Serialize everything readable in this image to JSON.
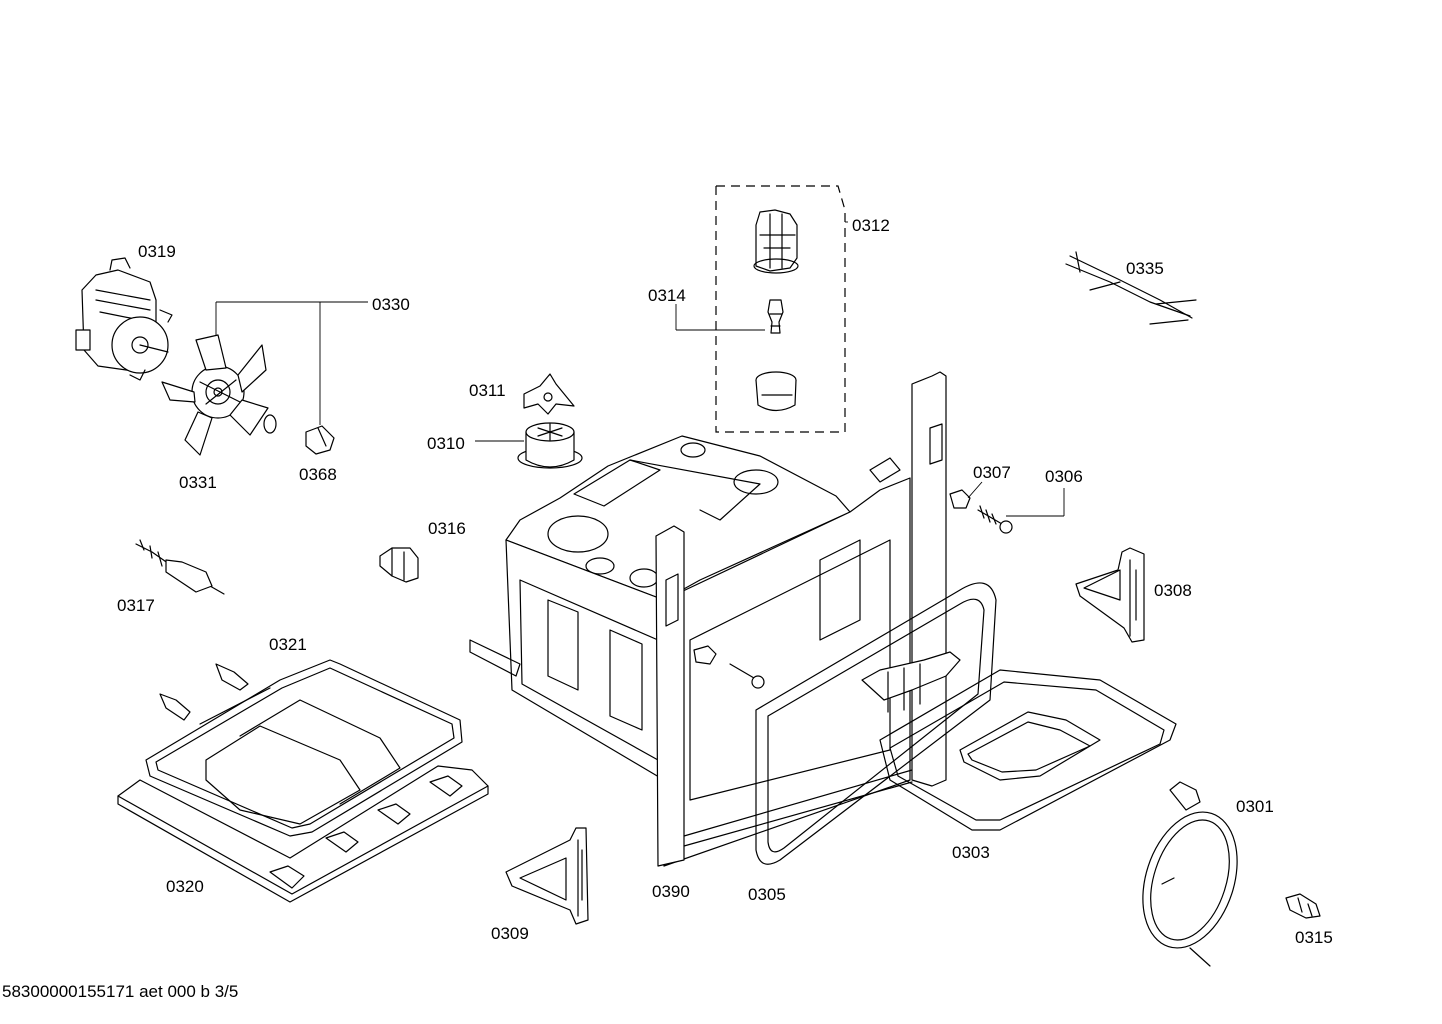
{
  "diagram": {
    "parts": [
      {
        "id": "p0319",
        "label": "0319",
        "icon": "fan-motor-icon"
      },
      {
        "id": "p0330",
        "label": "0330",
        "icon": "fan-kit-icon"
      },
      {
        "id": "p0331",
        "label": "0331",
        "icon": "fan-blade-icon"
      },
      {
        "id": "p0368",
        "label": "0368",
        "icon": "nut-icon"
      },
      {
        "id": "p0311",
        "label": "0311",
        "icon": "clip-icon"
      },
      {
        "id": "p0310",
        "label": "0310",
        "icon": "lamp-housing-icon"
      },
      {
        "id": "p0314",
        "label": "0314",
        "icon": "bulb-icon"
      },
      {
        "id": "p0312",
        "label": "0312",
        "icon": "lamp-assembly-icon"
      },
      {
        "id": "p0335",
        "label": "0335",
        "icon": "cable-icon"
      },
      {
        "id": "p0307",
        "label": "0307",
        "icon": "plug-icon"
      },
      {
        "id": "p0306",
        "label": "0306",
        "icon": "screw-icon"
      },
      {
        "id": "p0316",
        "label": "0316",
        "icon": "bracket-icon"
      },
      {
        "id": "p0317",
        "label": "0317",
        "icon": "sensor-icon"
      },
      {
        "id": "p0308",
        "label": "0308",
        "icon": "hinge-bracket-icon"
      },
      {
        "id": "p0321",
        "label": "0321",
        "icon": "bottom-heater-icon"
      },
      {
        "id": "p0320",
        "label": "0320",
        "icon": "heater-tray-icon"
      },
      {
        "id": "p0390",
        "label": "0390",
        "icon": "oven-cavity-icon"
      },
      {
        "id": "p0305",
        "label": "0305",
        "icon": "frame-icon"
      },
      {
        "id": "p0303",
        "label": "0303",
        "icon": "grill-heater-icon"
      },
      {
        "id": "p0301",
        "label": "0301",
        "icon": "ring-heater-icon"
      },
      {
        "id": "p0309",
        "label": "0309",
        "icon": "hinge-bracket-icon"
      },
      {
        "id": "p0315",
        "label": "0315",
        "icon": "terminal-icon"
      }
    ]
  },
  "footer": {
    "code": "58300000155171 aet 000 b 3/5"
  }
}
